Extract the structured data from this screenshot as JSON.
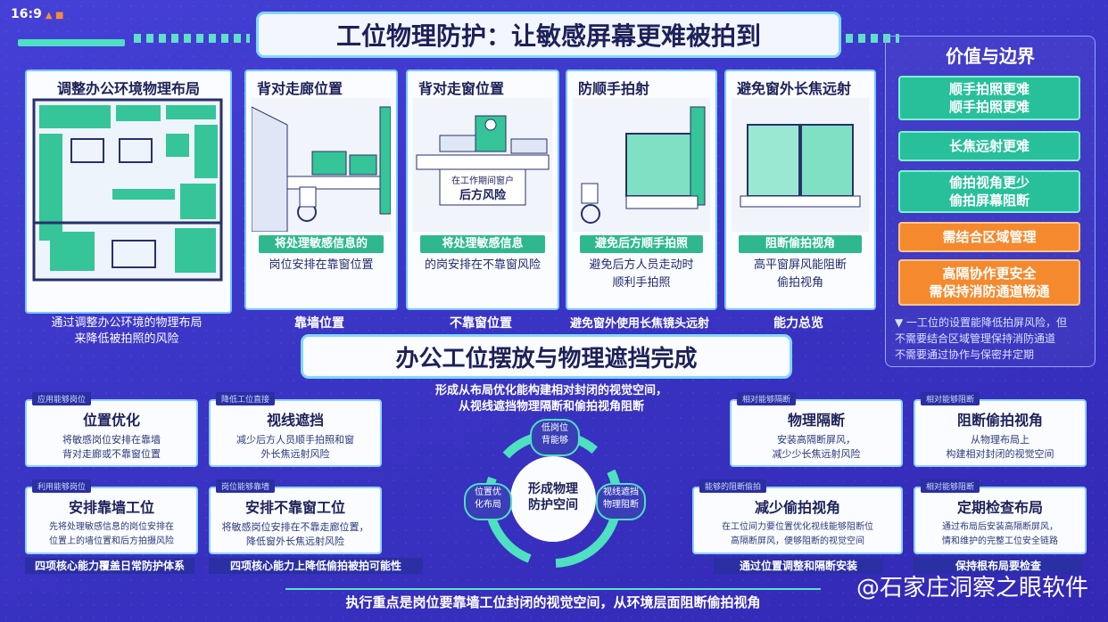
{
  "corner_label": "16:9",
  "main_title": "工位物理防护：让敏感屏幕更难被拍到",
  "panels": [
    {
      "title": "调整办公环境物理布局",
      "caption": "通过调整办公环境的物理布局\n来降低被拍照的风险"
    },
    {
      "title": "背对走廊位置",
      "highlight": "将处理敏感信息的",
      "sub": "岗位安排在靠窗位置",
      "under": "靠墙位置"
    },
    {
      "title": "背对走窗位置",
      "highlight": "将处理敏感信息",
      "sub": "的岗安排在不靠窗风险",
      "under": "不靠窗位置",
      "sign1": "在工作期间窗户",
      "sign2": "后方风险"
    },
    {
      "title": "防顺手拍射",
      "highlight": "避免后方顺手拍照",
      "sub": "避免后方人员走动时\n顺利手拍照",
      "under": "避免窗外使用长焦镜头远射"
    },
    {
      "title": "避免窗外长焦远射",
      "highlight": "阻断偷拍视角",
      "sub": "高平窗屏风能阻断\n偷拍视角",
      "under": "能力总览"
    }
  ],
  "side": {
    "title": "价值与边界",
    "buttons": [
      {
        "label": "顺手拍照更难\n顺手拍照更难",
        "kind": "g"
      },
      {
        "label": "长焦远射更难",
        "kind": "g"
      },
      {
        "label": "偷拍视角更少\n偷拍屏幕阻断",
        "kind": "g"
      },
      {
        "label": "需结合区域管理",
        "kind": "o"
      },
      {
        "label": "高隔协作更安全\n需保持消防通道畅通",
        "kind": "o"
      }
    ],
    "note": "▼ 一工位的设置能降低拍屏风险，但\n不需要结合区域管理保持消防通道\n不需要通过协作与保密并定期"
  },
  "mid_title": "办公工位摆放与物理遮挡完成",
  "mid_sub": "形成从布局优化能构建相对封闭的视觉空间，\n从视线遮挡物理隔断和偷拍视角阻断",
  "cards": [
    {
      "tag": "应用能够岗位",
      "title": "位置优化",
      "desc": "将敏感岗位安排在靠墙\n背对走廊或不靠窗位置"
    },
    {
      "tag": "降低工位直接",
      "title": "视线遮挡",
      "desc": "减少后方人员顺手拍照和窗\n外长焦远射风险"
    },
    {
      "tag": "利用能够岗位",
      "title": "安排靠墙工位",
      "desc": "先将处理敏感信息的岗位安排在\n位置上的墙位置和后方拍摄风险"
    },
    {
      "tag": "岗位能够靠墙",
      "title": "安排不靠窗工位",
      "desc": "将敏感岗位安排在不靠走廊位置，\n降低窗外长焦远射风险"
    },
    {
      "tag": "相对能够隔断",
      "title": "物理隔断",
      "desc": "安装高隔断屏风，\n减少少长焦远射风险"
    },
    {
      "tag": "相对能够阻断",
      "title": "阻断偷拍视角",
      "desc": "从物理布局上\n构建相对封闭的视觉空间"
    },
    {
      "tag": "能够的阻断偷拍",
      "title": "减少偷拍视角",
      "desc": "在工位间力要位置优化视线能够阻断位\n高隔断屏风，便够阻断的视觉空间"
    },
    {
      "tag": "相对能够阻断",
      "title": "定期检查布局",
      "desc": "通过布局后安装高隔断屏风，\n情和维护的完整工位安全链路"
    }
  ],
  "foot_bars": [
    "四项核心能力覆盖日常防护体系",
    "四项核心能力上降低偷拍被拍可能性",
    "通过位置调整和隔断安装",
    "保持根布局要检查"
  ],
  "cycle": {
    "center": "形成物理\n防护空间",
    "top": "低岗位\n背能够",
    "left": "位置优\n化布局",
    "right": "视线遮挡\n物理阻断"
  },
  "bottom_text": "执行重点是岗位要靠墙工位封闭的视觉空间，从环境层面阻断偷拍视角",
  "watermark": "@石家庄洞察之眼软件"
}
